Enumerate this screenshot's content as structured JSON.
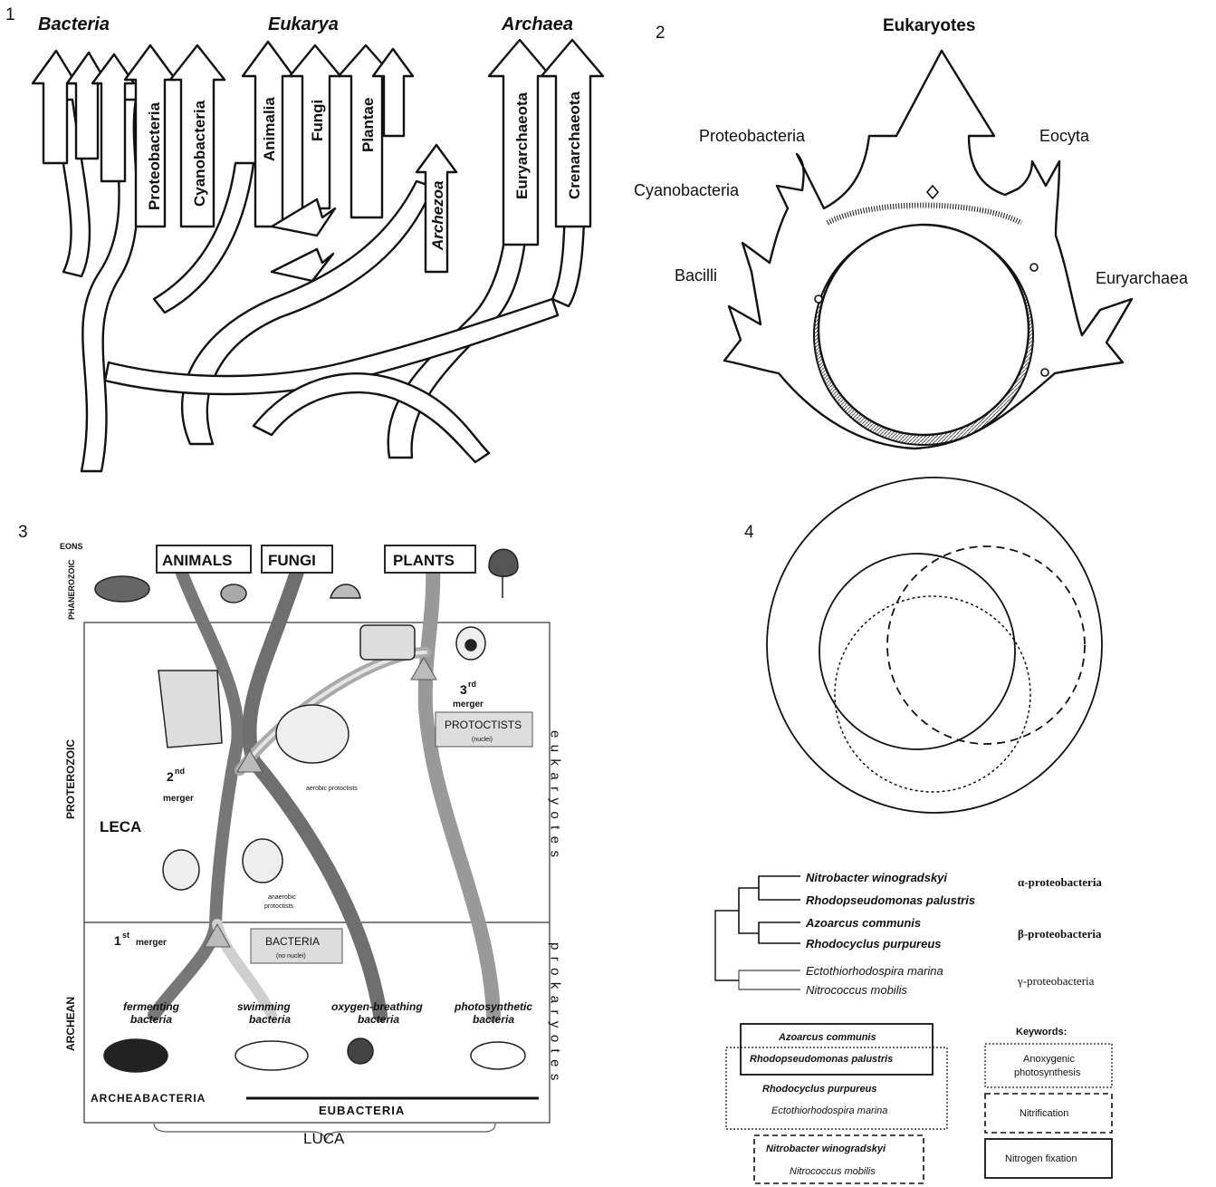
{
  "panels": [
    {
      "number": "1",
      "domains": [
        "Bacteria",
        "Eukarya",
        "Archaea"
      ],
      "branches": [
        "Proteobacteria",
        "Cyanobacteria",
        "Animalia",
        "Fungi",
        "Plantae",
        "Archezoa",
        "Euryarchaeota",
        "Crenarchaeota"
      ]
    },
    {
      "number": "2",
      "top": "Eukaryotes",
      "arms": [
        "Proteobacteria",
        "Eocyta",
        "Cyanobacteria",
        "Bacilli",
        "Euryarchaea"
      ]
    },
    {
      "number": "3",
      "eons_header": "EONS",
      "eons": [
        "PHANEROZOIC",
        "PROTEROZOIC",
        "ARCHEAN"
      ],
      "kingdoms": [
        "ANIMALS",
        "FUNGI",
        "PLANTS"
      ],
      "boxes": {
        "protoctists": "PROTOCTISTS",
        "protoctists_note": "(nuclei)",
        "bacteria": "BACTERIA",
        "bacteria_note": "(no nuclei)"
      },
      "mergers": {
        "third": "3",
        "third_sup": "rd",
        "third_word": "merger",
        "second": "2",
        "second_sup": "nd",
        "second_word": "merger",
        "first": "1",
        "first_sup": "st",
        "first_word": "merger"
      },
      "leca": "LECA",
      "aerobic": "aerobic protoctists",
      "anaerobic_1": "anaerobic",
      "anaerobic_2": "protoctists",
      "bacteria_types": [
        {
          "line1": "fermenting",
          "line2": "bacteria"
        },
        {
          "line1": "swimming",
          "line2": "bacteria"
        },
        {
          "line1": "oxygen-breathing",
          "line2": "bacteria"
        },
        {
          "line1": "photosynthetic",
          "line2": "bacteria"
        }
      ],
      "archeabacteria": "ARCHEABACTERIA",
      "eubacteria": "EUBACTERIA",
      "luca": "LUCA",
      "side_top": "eukaryotes",
      "side_bottom": "prokaryotes"
    },
    {
      "number": "4",
      "tree": [
        {
          "name": "Nitrobacter winogradskyi",
          "style": "bold-italic"
        },
        {
          "name": "Rhodopseudomonas palustris",
          "style": "bold-italic"
        },
        {
          "name": "Azoarcus communis",
          "style": "bold-italic"
        },
        {
          "name": "Rhodocyclus purpureus",
          "style": "bold-italic"
        },
        {
          "name": "Ectothiorhodospira marina",
          "style": "italic"
        },
        {
          "name": "Nitrococcus mobilis",
          "style": "italic"
        }
      ],
      "classes": [
        "α-proteobacteria",
        "β-proteobacteria",
        "γ-proteobacteria"
      ],
      "groups_list": [
        "Azoarcus communis",
        "Rhodopseudomonas palustris",
        "Rhodocyclus purpureus",
        "Ectothiorhodospira marina"
      ],
      "groups_list_2": [
        "Nitrobacter winogradskyi",
        "Nitrococcus mobilis"
      ],
      "keywords_title": "Keywords:",
      "keywords": [
        "Anoxygenic photosynthesis",
        "Nitrification",
        "Nitrogen fixation"
      ],
      "keyword_1a": "Anoxygenic",
      "keyword_1b": "photosynthesis"
    }
  ]
}
